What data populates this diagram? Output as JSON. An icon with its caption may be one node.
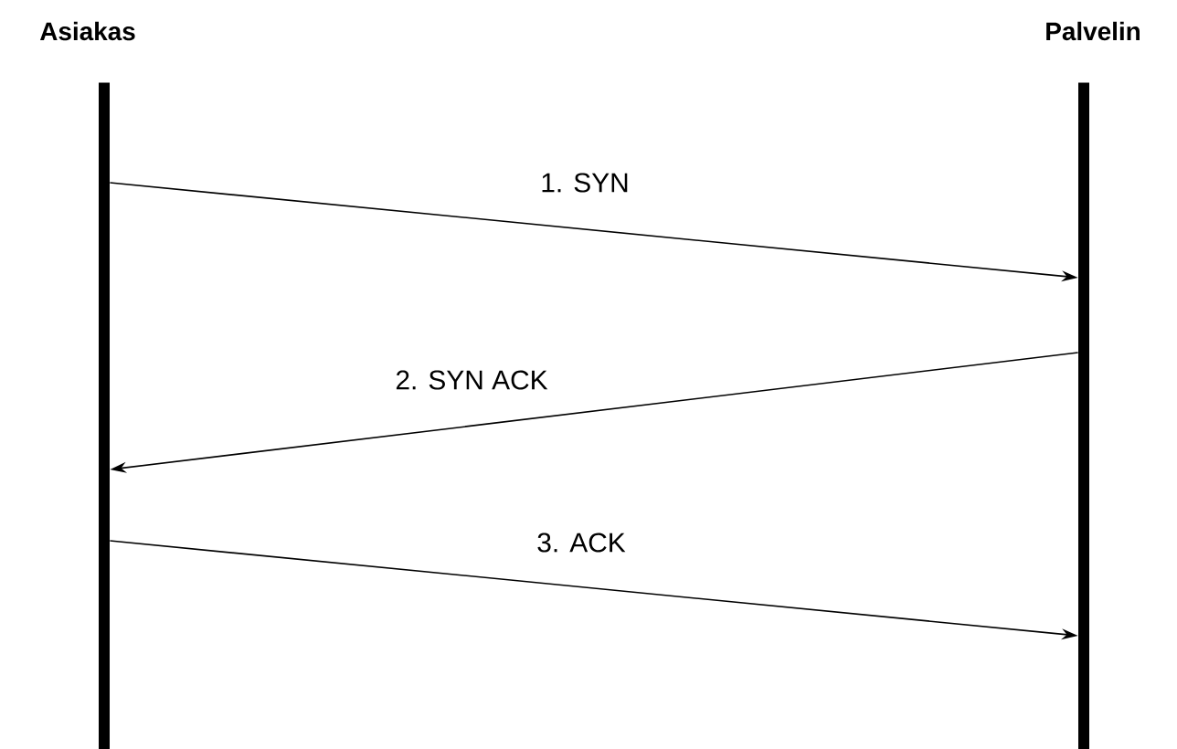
{
  "diagram": {
    "nodes": [
      {
        "text": [
          "Asiakas"
        ]
      },
      {
        "text": [
          "Palvelin"
        ]
      }
    ],
    "edges": [
      {
        "from": 0,
        "to": 1,
        "arrow": "to",
        "label": "1. SYN"
      },
      {
        "from": 1,
        "to": 0,
        "arrow": "to",
        "label": "2. SYN ACK"
      },
      {
        "from": 0,
        "to": 1,
        "arrow": "to",
        "label": "3. ACK"
      }
    ]
  }
}
